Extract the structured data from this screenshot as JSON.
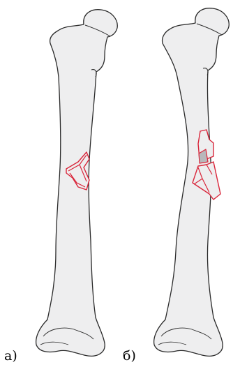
{
  "figure": {
    "panels": [
      {
        "id": "a",
        "label": "а)"
      },
      {
        "id": "b",
        "label": "б)"
      }
    ]
  },
  "colors": {
    "background": "#ffffff",
    "bone_fill": "#eeeeef",
    "bone_outline": "#2a2a2a",
    "fracture_line": "#d9253a",
    "fragment_shade": "#b8b8bb"
  }
}
